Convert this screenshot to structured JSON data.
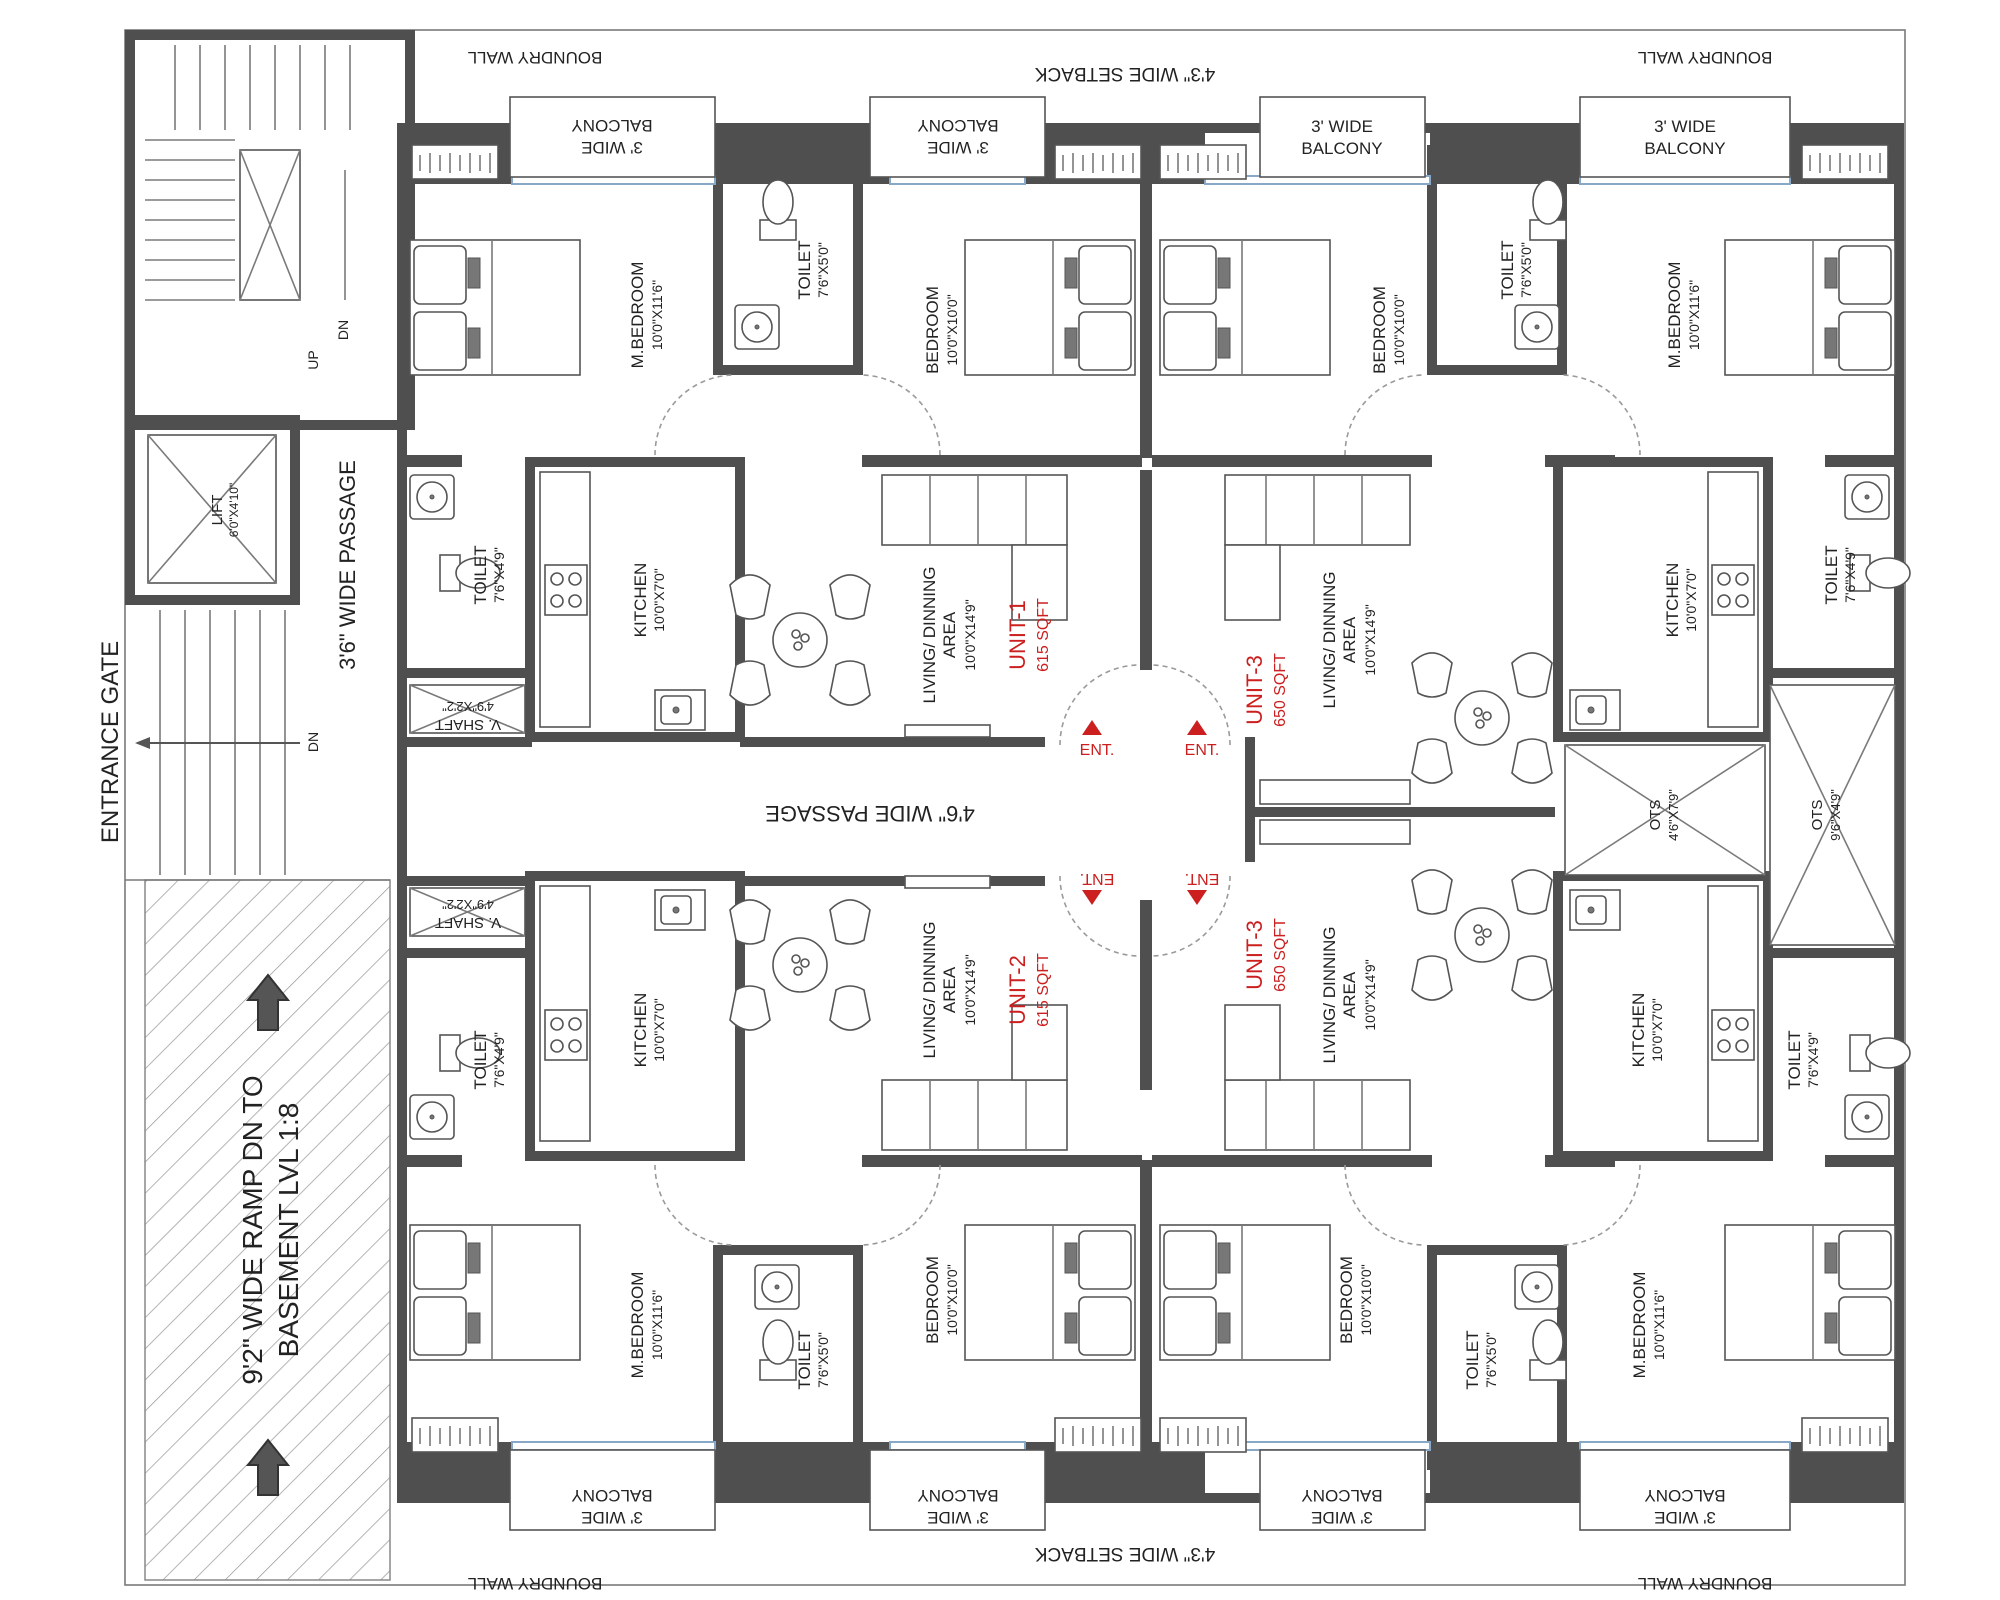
{
  "labels": {
    "boundry_wall": "BOUNDRY WALL",
    "setback": "4'3\" WIDE SETBACK",
    "balcony_line1": "3' WIDE",
    "balcony_line2": "BALCONY",
    "m_bedroom": "M.BEDROOM",
    "m_bedroom_size": "10'0\"X11'6\"",
    "bedroom": "BEDROOM",
    "bedroom_size": "10'0\"X10'0\"",
    "toilet": "TOILET",
    "toilet_small_size": "7'6\"X5'0\"",
    "toilet_large_size": "7'6\"X4'9\"",
    "kitchen": "KITCHEN",
    "kitchen_size": "10'0\"X7'0\"",
    "living_line1": "LIVING/ DINNING",
    "living_line2": "AREA",
    "living_size": "10'0\"X14'9\"",
    "v_shaft": "V. SHAFT",
    "v_shaft_size": "4'9\"X2'2\"",
    "lift": "LIFT",
    "lift_size": "6'0\"X4'10\"",
    "up": "UP",
    "dn": "DN",
    "passage_35": "3'6\" WIDE PASSAGE",
    "passage_45": "4'6\" WIDE PASSAGE",
    "entrance_gate": "ENTRANCE GATE",
    "ramp_line1": "9'2\" WIDE RAMP DN TO",
    "ramp_line2": "BASEMENT LVL 1:8",
    "ots": "OTS",
    "ots_a_size": "4'6\"X7'9\"",
    "ots_b_size": "9'6\"X4'9\"",
    "ent": "ENT."
  },
  "units": [
    {
      "name": "UNIT-1",
      "area": "615 SQFT"
    },
    {
      "name": "UNIT-2",
      "area": "615 SQFT"
    },
    {
      "name": "UNIT-3",
      "area": "650 SQFT"
    },
    {
      "name": "UNIT-3",
      "area": "650 SQFT"
    }
  ],
  "colors": {
    "wall": "#4f4f4f",
    "unit_label": "#cc1f1f",
    "window": "#88a8c8"
  }
}
